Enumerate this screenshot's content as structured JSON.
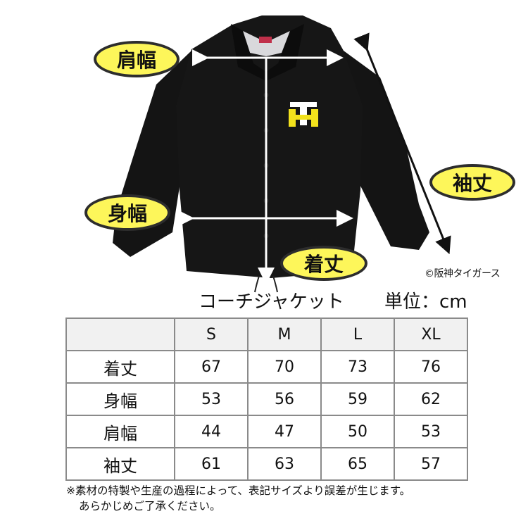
{
  "labels": {
    "shoulder_width": "肩幅",
    "body_width": "身幅",
    "length": "着丈",
    "sleeve_length": "袖丈"
  },
  "credit": "©阪神タイガース",
  "product_name": "コーチジャケット",
  "unit": "単位：cm",
  "colors": {
    "bubble_fill": "#fdf65a",
    "bubble_border": "#2d2d2d",
    "jacket": "#141414",
    "logo_yellow": "#f3e21c",
    "table_header_bg": "#f1f1f1",
    "table_border": "#8a8a8a"
  },
  "size_table": {
    "columns": [
      "S",
      "M",
      "L",
      "XL"
    ],
    "rows": [
      {
        "label": "着丈",
        "values": [
          "67",
          "70",
          "73",
          "76"
        ]
      },
      {
        "label": "身幅",
        "values": [
          "53",
          "56",
          "59",
          "62"
        ]
      },
      {
        "label": "肩幅",
        "values": [
          "44",
          "47",
          "50",
          "53"
        ]
      },
      {
        "label": "袖丈",
        "values": [
          "61",
          "63",
          "65",
          "57"
        ]
      }
    ]
  },
  "note": {
    "line1": "※素材の特製や生産の過程によって、表記サイズより誤差が生じます。",
    "line2": "あらかじめご了承ください。"
  }
}
